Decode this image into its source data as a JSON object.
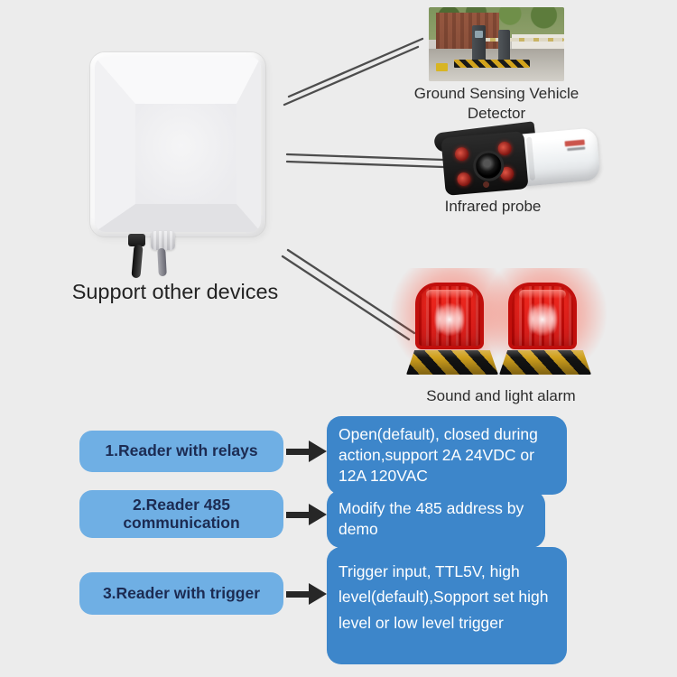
{
  "reader": {
    "caption": "Support other devices"
  },
  "peripherals": {
    "vehicle_detector": {
      "label": "Ground Sensing Vehicle Detector"
    },
    "infrared_probe": {
      "label": "Infrared probe"
    },
    "alarm": {
      "label": "Sound and light alarm"
    }
  },
  "features": [
    {
      "title": "1.Reader with relays",
      "description": "Open(default), closed during action,support 2A 24VDC or 12A 120VAC"
    },
    {
      "title": "2.Reader 485 communication",
      "description": "Modify the 485 address by demo"
    },
    {
      "title": "3.Reader with trigger",
      "description": "Trigger input, TTL5V, high level(default),Sopport set high level or low level trigger"
    }
  ],
  "colors": {
    "background": "#ececec",
    "feature_pill_blue": "#6fafe4",
    "feature_desc_blue": "#3d86ca",
    "pill_text_navy": "#1c2b52",
    "arrow_black": "#272727",
    "beacon_red": "#e0100c",
    "hazard_yellow": "#cf9f1d"
  }
}
